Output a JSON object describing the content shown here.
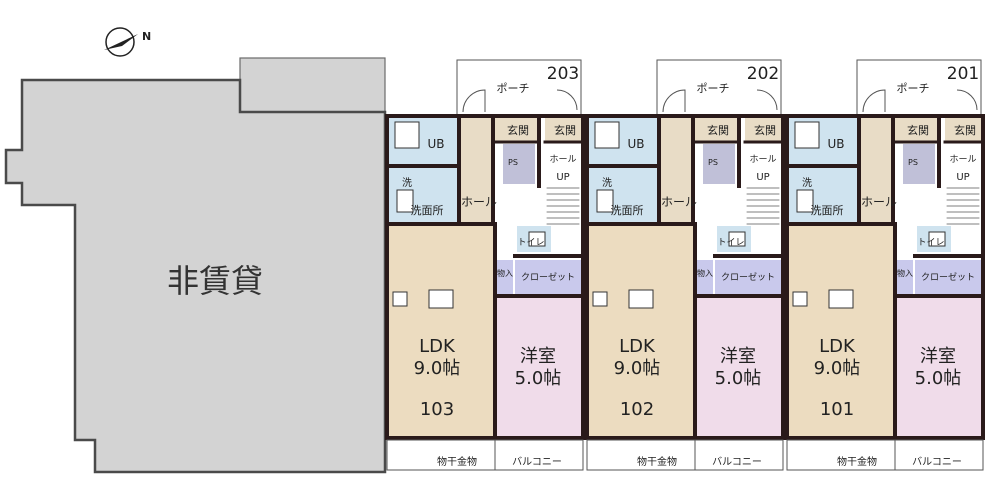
{
  "compass": {
    "label": "N"
  },
  "non_rental": {
    "label": "非賃貸"
  },
  "units": [
    {
      "number": "103",
      "upper_number": "203",
      "porch": "ポーチ",
      "genkan": "玄関",
      "genkan2": "玄関",
      "ub": "UB",
      "ps": "PS",
      "hall_small": "ホール",
      "up": "UP",
      "wash": "洗",
      "washroom": "洗面所",
      "hall": "ホール",
      "toilet": "トイレ",
      "storage": "物入",
      "closet": "クローゼット",
      "ldk": "LDK",
      "ldk_size": "9.0帖",
      "western": "洋室",
      "western_size": "5.0帖",
      "drying": "物干金物",
      "balcony": "バルコニー"
    },
    {
      "number": "102",
      "upper_number": "202",
      "porch": "ポーチ",
      "genkan": "玄関",
      "genkan2": "玄関",
      "ub": "UB",
      "ps": "PS",
      "hall_small": "ホール",
      "up": "UP",
      "wash": "洗",
      "washroom": "洗面所",
      "hall": "ホール",
      "toilet": "トイレ",
      "storage": "物入",
      "closet": "クローゼット",
      "ldk": "LDK",
      "ldk_size": "9.0帖",
      "western": "洋室",
      "western_size": "5.0帖",
      "drying": "物干金物",
      "balcony": "バルコニー"
    },
    {
      "number": "101",
      "upper_number": "201",
      "porch": "ポーチ",
      "genkan": "玄関",
      "genkan2": "玄関",
      "ub": "UB",
      "ps": "PS",
      "hall_small": "ホール",
      "up": "UP",
      "wash": "洗",
      "washroom": "洗面所",
      "hall": "ホール",
      "toilet": "トイレ",
      "storage": "物入",
      "closet": "クローゼット",
      "ldk": "LDK",
      "ldk_size": "9.0帖",
      "western": "洋室",
      "western_size": "5.0帖",
      "drying": "物干金物",
      "balcony": "バルコニー"
    }
  ],
  "colors": {
    "wall": "#2a1a1a",
    "non_rental": "#d3d3d3",
    "ldk_floor": "#ecdcc0",
    "western_floor": "#f0dcea",
    "water_area": "#cfe3ef",
    "closet": "#c9c9ec",
    "hall": "#e8dcc6",
    "ps": "#c0c0d8"
  }
}
